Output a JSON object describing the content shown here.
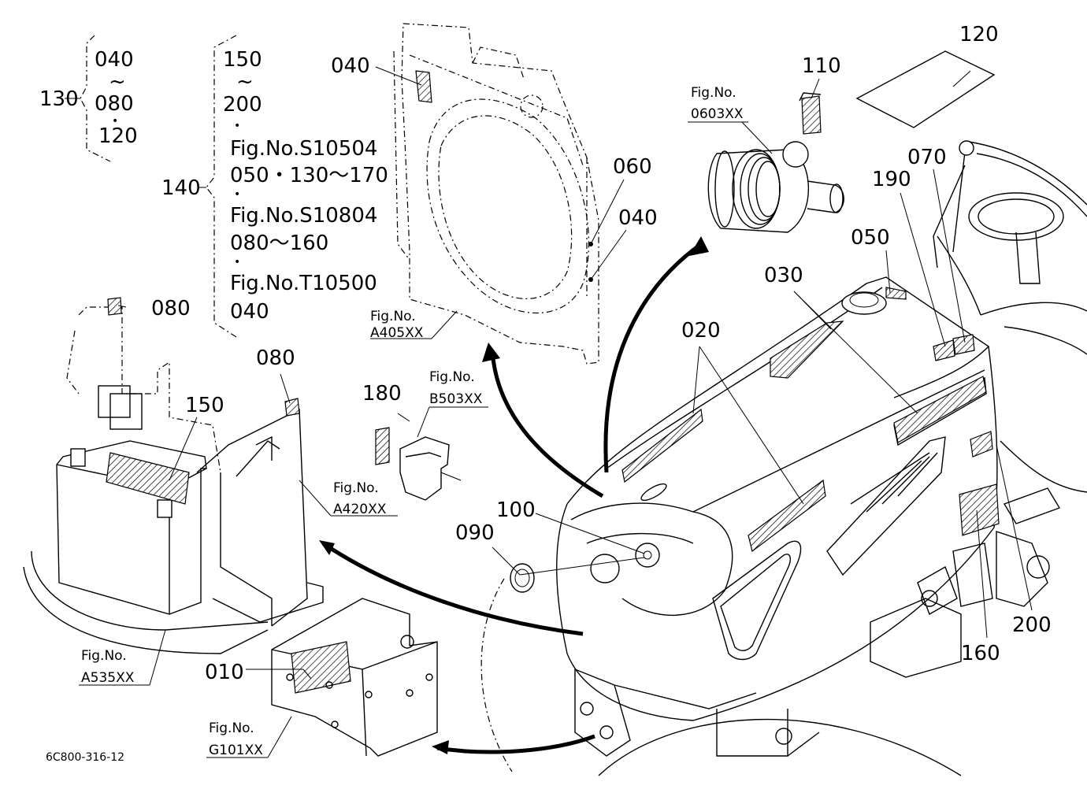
{
  "diagram_code": "6C800-316-12",
  "callouts": {
    "c010": "010",
    "c020": "020",
    "c030": "030",
    "c040a": "040",
    "c040b": "040",
    "c050": "050",
    "c060": "060",
    "c070": "070",
    "c080a": "080",
    "c080b": "080",
    "c090": "090",
    "c100": "100",
    "c110": "110",
    "c120": "120",
    "c130": "130",
    "c140": "140",
    "c150": "150",
    "c160": "160",
    "c180": "180",
    "c190": "190",
    "c200": "200"
  },
  "group_130": {
    "line1": "040",
    "tilde": "~",
    "line2": "080",
    "dot": "•",
    "line3": "120"
  },
  "group_140": {
    "line1": "150",
    "tilde": "~",
    "line2": "200",
    "dot1": "•",
    "line3": "Fig.No.S10504",
    "line4": "050・130～170",
    "dot2": "•",
    "line5": "Fig.No.S10804",
    "line6": "080～160",
    "dot3": "•",
    "line7": "Fig.No.T10500",
    "line8": "040"
  },
  "fig_refs": {
    "a405": {
      "l1": "Fig.No.",
      "l2": "A405XX"
    },
    "f0603": {
      "l1": "Fig.No.",
      "l2": "0603XX"
    },
    "b503": {
      "l1": "Fig.No.",
      "l2": "B503XX"
    },
    "a420": {
      "l1": "Fig.No.",
      "l2": "A420XX"
    },
    "a535": {
      "l1": "Fig.No.",
      "l2": "A535XX"
    },
    "g101": {
      "l1": "Fig.No.",
      "l2": "G101XX"
    }
  }
}
